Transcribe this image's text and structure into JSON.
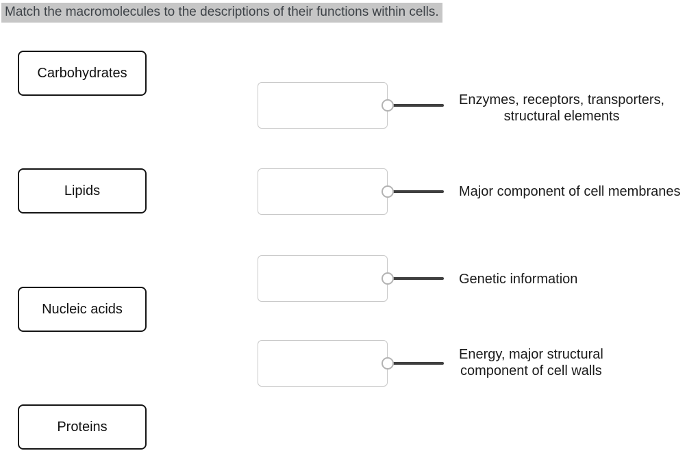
{
  "title": "Match the macromolecules to the descriptions of their functions within cells.",
  "terms": [
    {
      "label": "Carbohydrates"
    },
    {
      "label": "Lipids"
    },
    {
      "label": "Nucleic acids"
    },
    {
      "label": "Proteins"
    }
  ],
  "matches": [
    {
      "description": "Enzymes, receptors, transporters,\nstructural elements",
      "slot_value": ""
    },
    {
      "description": "Major component of cell membranes",
      "slot_value": ""
    },
    {
      "description": "Genetic information",
      "slot_value": ""
    },
    {
      "description": "Energy, major structural\ncomponent of cell walls",
      "slot_value": ""
    }
  ],
  "colors": {
    "title_highlight_bg": "#c6c6c6",
    "title_text": "#3d4247",
    "term_border": "#141414",
    "slot_border": "#c9c9c9",
    "connector_line": "#3f3f3f",
    "connector_circle_border": "#b3b3b3",
    "description_text": "#1b1b1b"
  }
}
